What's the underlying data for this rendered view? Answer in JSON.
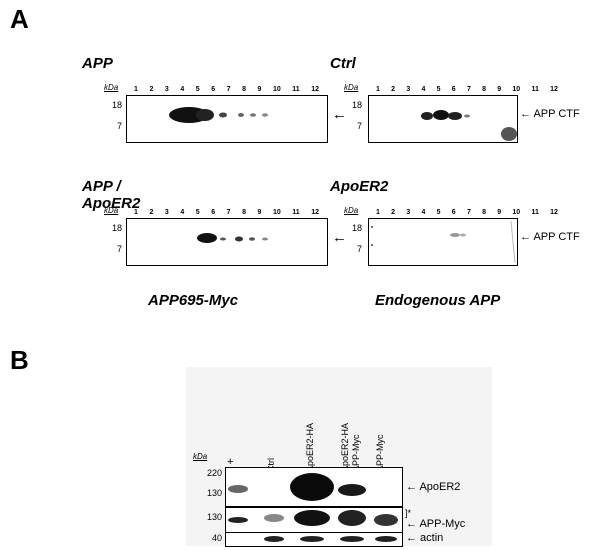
{
  "panel_a": {
    "letter": "A",
    "kda_label": "kDa",
    "lanes": [
      "1",
      "2",
      "3",
      "4",
      "5",
      "6",
      "7",
      "8",
      "9",
      "10",
      "11",
      "12"
    ],
    "blots": [
      {
        "title": "APP",
        "markers": [
          "18",
          "7"
        ],
        "arrow_label": "←"
      },
      {
        "title": "Ctrl",
        "markers": [
          "18",
          "7"
        ],
        "arrow_label": "← APP CTF"
      },
      {
        "title": "APP / ApoER2",
        "markers": [
          "18",
          "7"
        ],
        "arrow_label": "←"
      },
      {
        "title": "ApoER2",
        "markers": [
          "18",
          "7"
        ],
        "arrow_label": "← APP CTF"
      }
    ],
    "captions": [
      "APP695-Myc",
      "Endogenous APP"
    ]
  },
  "panel_b": {
    "letter": "B",
    "kda_label": "kDa",
    "lanes": [
      "+",
      "Ctrl",
      "ApoER2-HA",
      "ApoER2-HA",
      "APP-Myc",
      "APP-Myc"
    ],
    "rows": [
      {
        "markers": [
          "220",
          "130"
        ],
        "label": "← ApoER2"
      },
      {
        "markers": [
          "130"
        ],
        "label": "← APP-Myc",
        "bracket": "]*"
      },
      {
        "markers": [
          "40"
        ],
        "label": "← actin"
      }
    ]
  }
}
